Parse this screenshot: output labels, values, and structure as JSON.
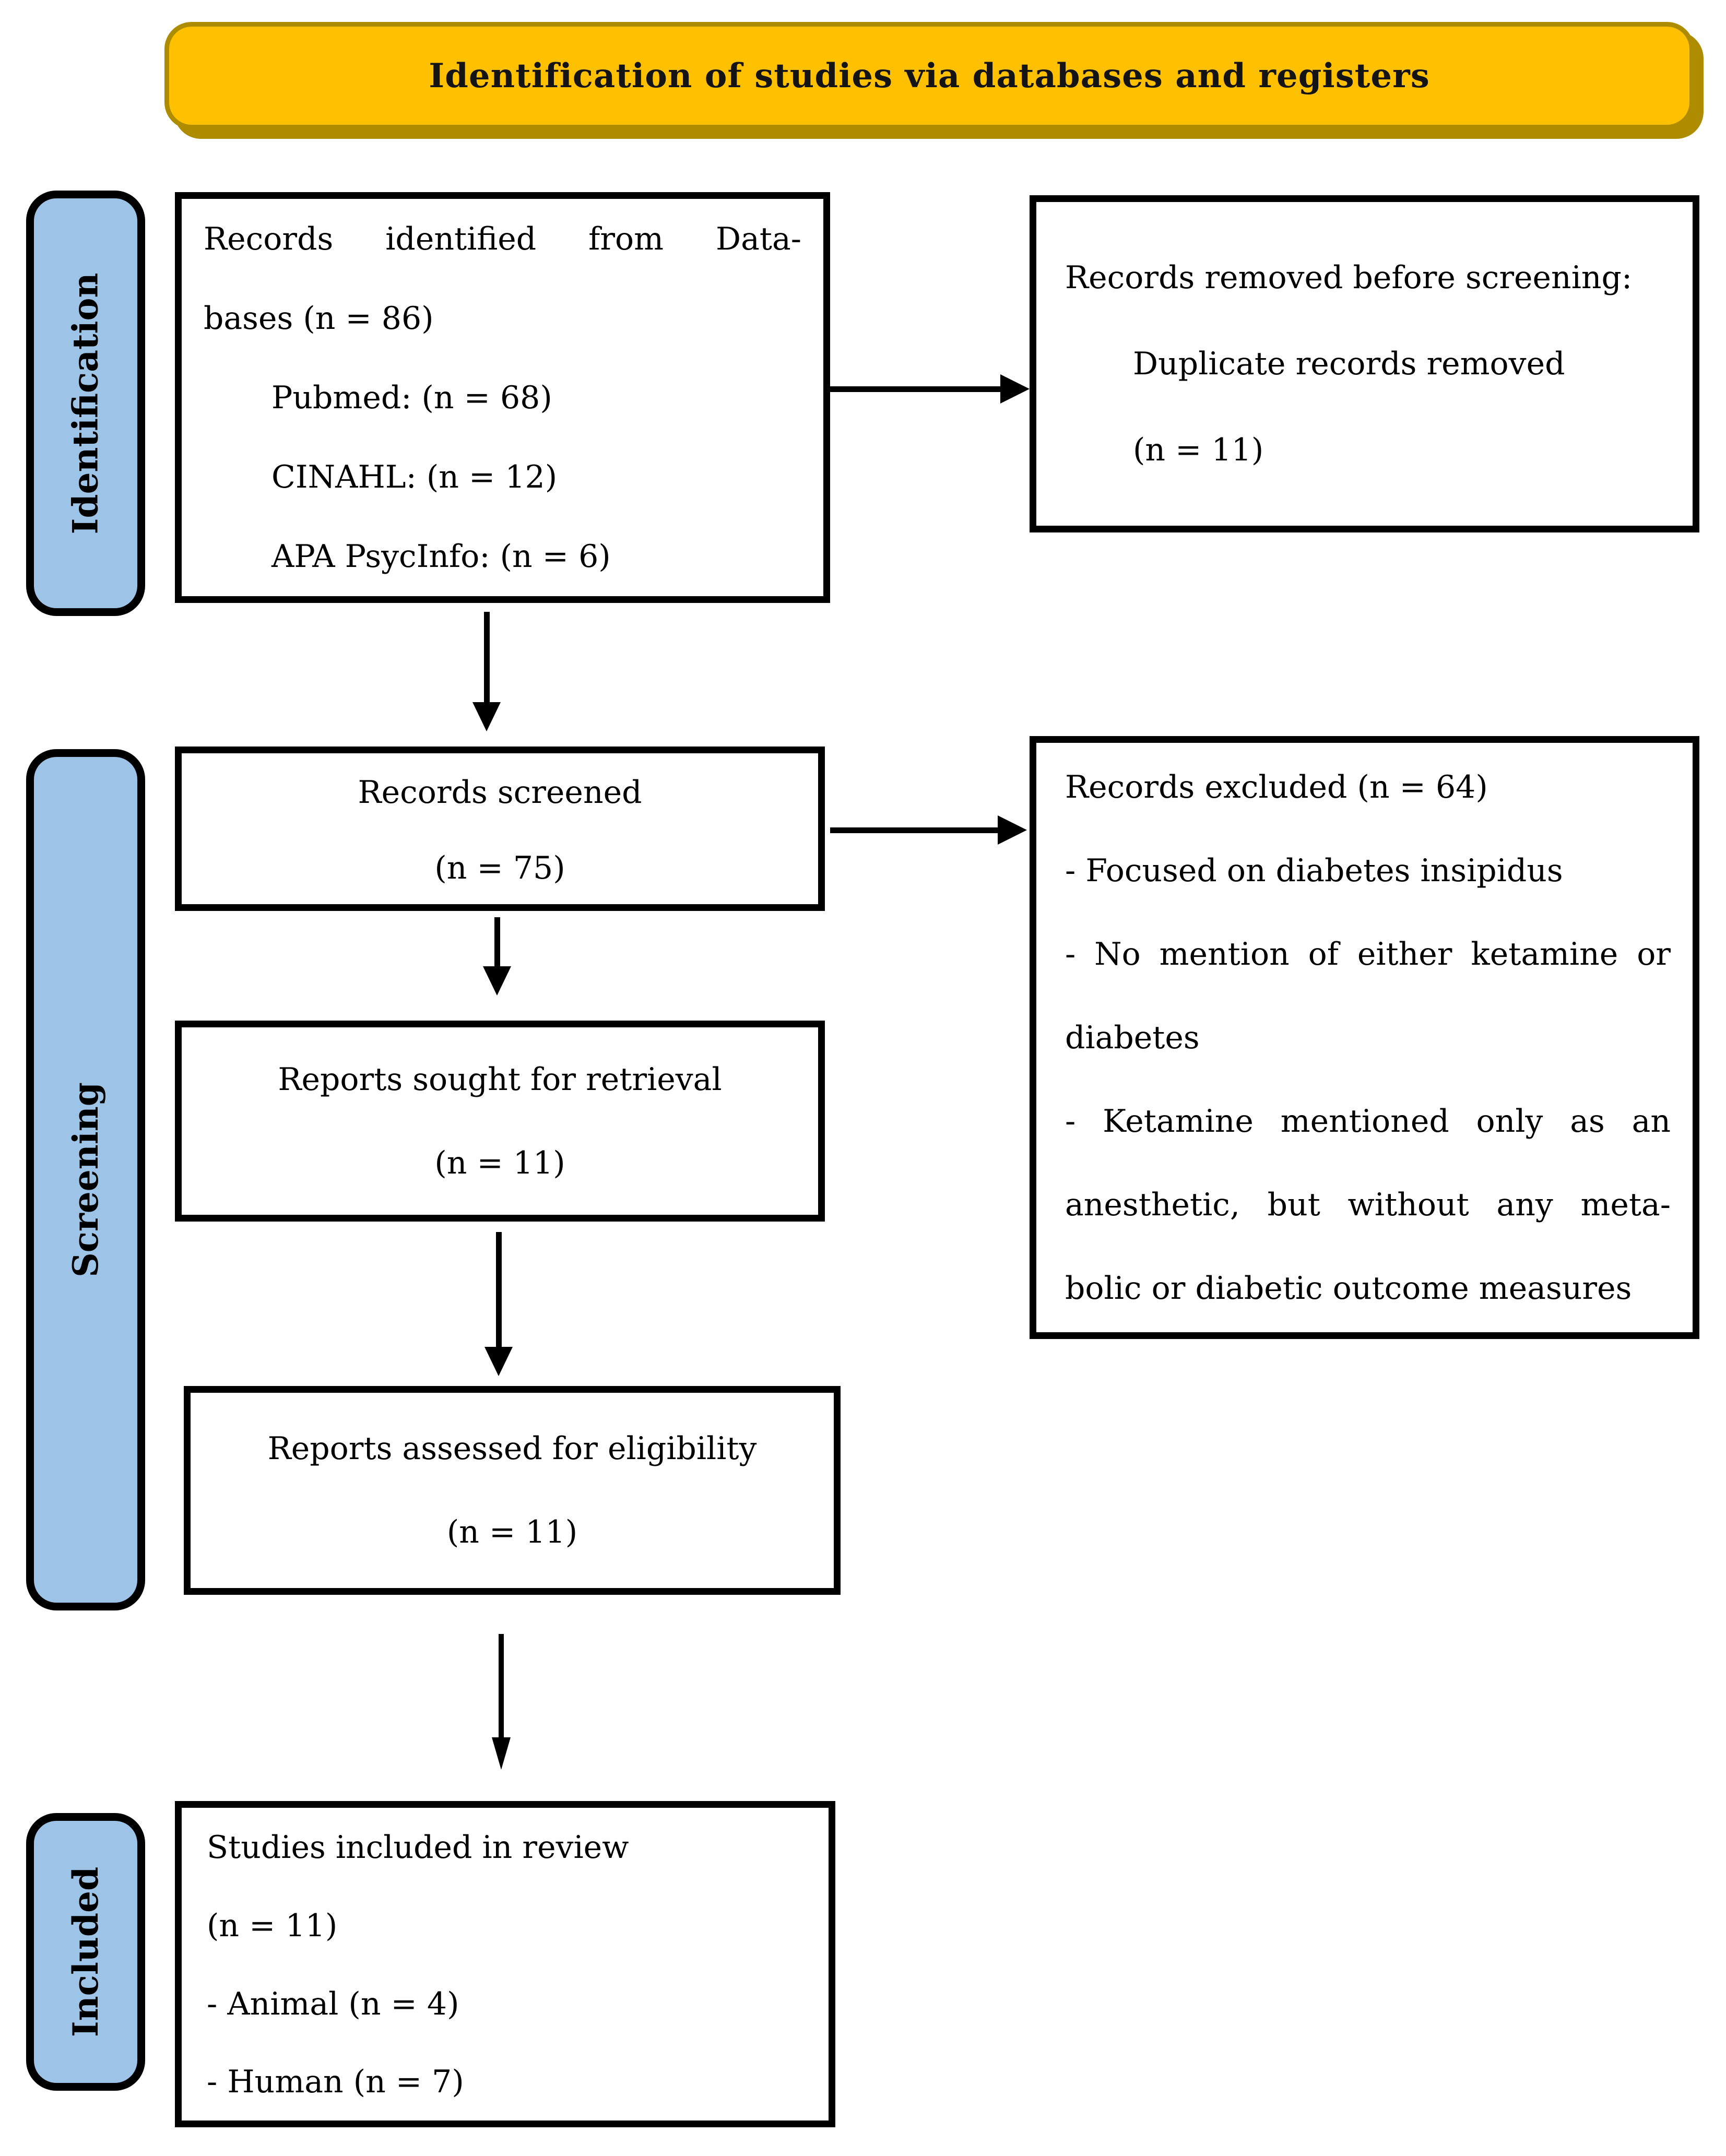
{
  "banner": {
    "title": "Identification of studies via databases and registers"
  },
  "stages": [
    {
      "label": "Identification"
    },
    {
      "label": "Screening"
    },
    {
      "label": "Included"
    }
  ],
  "boxes": {
    "identified": {
      "lines": [
        {
          "text": "Records identified from Data-",
          "style": "justify"
        },
        {
          "text": "bases (n = 86)",
          "style": "left"
        },
        {
          "text": "Pubmed: (n = 68)",
          "style": "indent"
        },
        {
          "text": "CINAHL: (n = 12)",
          "style": "indent"
        },
        {
          "text": "APA PsycInfo: (n = 6)",
          "style": "indent"
        }
      ]
    },
    "removed": {
      "lines": [
        {
          "text": "Records removed before screening:",
          "style": "left"
        },
        {
          "text": "Duplicate records removed",
          "style": "indent"
        },
        {
          "text": "(n = 11)",
          "style": "indent"
        }
      ]
    },
    "screened": {
      "lines": [
        {
          "text": "Records screened",
          "style": "center"
        },
        {
          "text": "(n = 75)",
          "style": "center"
        }
      ]
    },
    "excluded": {
      "lines": [
        {
          "text": "Records excluded (n = 64)",
          "style": "left"
        },
        {
          "text": "- Focused on diabetes insipidus",
          "style": "left"
        },
        {
          "text": "- No mention of either ketamine or",
          "style": "justify"
        },
        {
          "text": "diabetes",
          "style": "left"
        },
        {
          "text": "- Ketamine mentioned only as an",
          "style": "justify"
        },
        {
          "text": "anesthetic, but without any meta-",
          "style": "justify"
        },
        {
          "text": "bolic or diabetic outcome measures",
          "style": "left"
        }
      ]
    },
    "sought": {
      "lines": [
        {
          "text": "Reports sought for retrieval",
          "style": "center"
        },
        {
          "text": "(n = 11)",
          "style": "center"
        }
      ]
    },
    "assessed": {
      "lines": [
        {
          "text": "Reports assessed for eligibility",
          "style": "center"
        },
        {
          "text": "(n = 11)",
          "style": "center"
        }
      ]
    },
    "included_studies": {
      "lines": [
        {
          "text": "Studies included in review",
          "style": "left"
        },
        {
          "text": "(n = 11)",
          "style": "left"
        },
        {
          "text": "- Animal (n = 4)",
          "style": "left"
        },
        {
          "text": "- Human (n = 7)",
          "style": "left"
        }
      ]
    }
  },
  "colors": {
    "banner_fill": "#FFC000",
    "banner_edge": "#AE8C00",
    "stage_fill": "#9DC3E6",
    "box_border": "#000000",
    "background": "#FFFFFF",
    "text": "#000000"
  }
}
